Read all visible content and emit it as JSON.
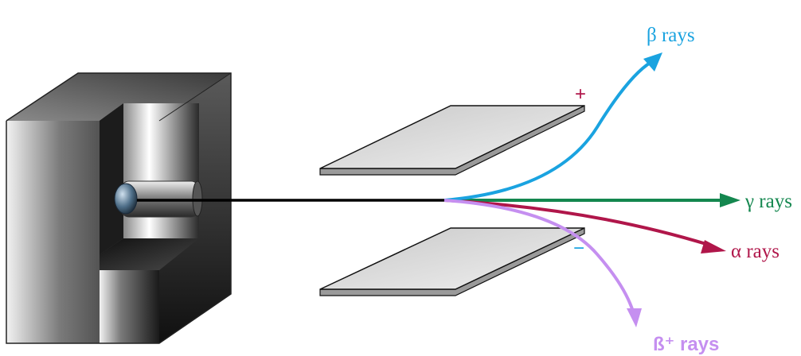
{
  "labels": {
    "beta": "β rays",
    "gamma": "γ rays",
    "alpha": "α rays",
    "beta_plus": "ß⁺ rays",
    "plus_sign": "+",
    "minus_sign": "−"
  },
  "colors": {
    "beta": "#1aa3e0",
    "gamma": "#14874f",
    "alpha": "#b0164a",
    "beta_plus": "#c58ff0",
    "plus_sign": "#b0164a",
    "minus_sign": "#1aa3e0",
    "beam": "#000000",
    "plate_fill": "#d6d6d6",
    "plate_edge": "#111111"
  },
  "icons": {
    "source": "radioactive-sample-icon"
  }
}
